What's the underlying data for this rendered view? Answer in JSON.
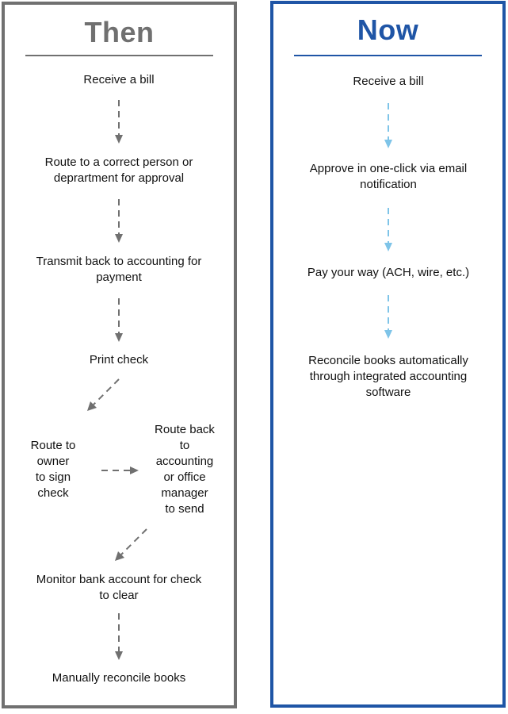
{
  "then": {
    "title": "Then",
    "steps": [
      "Receive a bill",
      "Route to a correct person or\ndeprartment for approval",
      "Transmit back to accounting for\npayment",
      "Print check",
      "Route to\nowner\nto sign\ncheck",
      "Route back\nto\naccounting\nor office\nmanager\nto send",
      "Monitor bank account for check\nto clear",
      "Manually reconcile books"
    ]
  },
  "now": {
    "title": "Now",
    "steps": [
      "Receive a bill",
      "Approve in one-click via email\nnotification",
      "Pay your way (ACH, wire, etc.)",
      "Reconcile books automatically\nthrough integrated accounting\nsoftware"
    ]
  },
  "colors": {
    "then_accent": "#707070",
    "now_accent": "#1f55a6",
    "then_arrow": "#707070",
    "now_arrow": "#7ec4e8"
  }
}
